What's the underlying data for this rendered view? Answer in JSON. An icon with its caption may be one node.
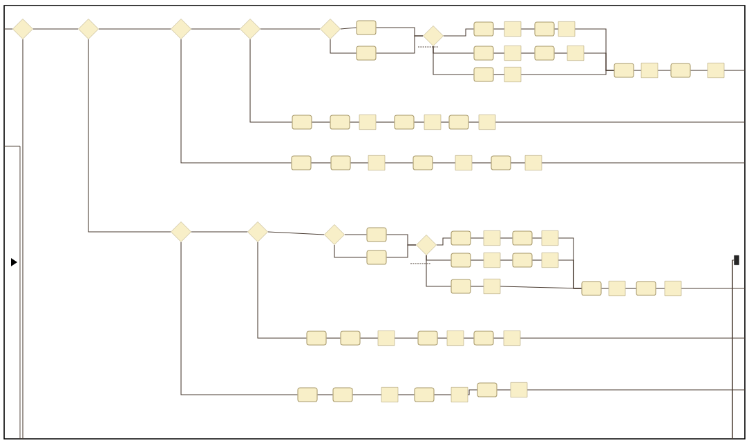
{
  "diagram": {
    "nodes": [
      {
        "text": [],
        "shape": "diamond"
      },
      {
        "text": [],
        "shape": "diamond"
      },
      {
        "text": [],
        "shape": "diamond"
      },
      {
        "text": [],
        "shape": "diamond"
      },
      {
        "text": [],
        "shape": "diamond"
      },
      {
        "text": [],
        "shape": "rounded"
      },
      {
        "text": [],
        "shape": "rounded"
      },
      {
        "text": [],
        "shape": "diamond"
      },
      {
        "text": [],
        "shape": "rounded"
      },
      {
        "text": [],
        "shape": "box"
      },
      {
        "text": [],
        "shape": "rounded"
      },
      {
        "text": [],
        "shape": "box"
      },
      {
        "text": [],
        "shape": "rounded"
      },
      {
        "text": [],
        "shape": "box"
      },
      {
        "text": [],
        "shape": "rounded"
      },
      {
        "text": [],
        "shape": "box"
      },
      {
        "text": [],
        "shape": "rounded"
      },
      {
        "text": [],
        "shape": "box"
      },
      {
        "text": [],
        "shape": "rounded"
      },
      {
        "text": [],
        "shape": "box"
      },
      {
        "text": [],
        "shape": "rounded"
      },
      {
        "text": [],
        "shape": "box"
      },
      {
        "text": [],
        "shape": "rounded"
      },
      {
        "text": [],
        "shape": "rounded"
      },
      {
        "text": [],
        "shape": "box"
      },
      {
        "text": [],
        "shape": "rounded"
      },
      {
        "text": [],
        "shape": "box"
      },
      {
        "text": [],
        "shape": "rounded"
      },
      {
        "text": [],
        "shape": "box"
      },
      {
        "text": [],
        "shape": "rounded"
      },
      {
        "text": [],
        "shape": "rounded"
      },
      {
        "text": [],
        "shape": "box"
      },
      {
        "text": [],
        "shape": "rounded"
      },
      {
        "text": [],
        "shape": "box"
      },
      {
        "text": [],
        "shape": "rounded"
      },
      {
        "text": [],
        "shape": "box"
      },
      {
        "text": [],
        "shape": "diamond"
      },
      {
        "text": [],
        "shape": "diamond"
      },
      {
        "text": [],
        "shape": "diamond"
      },
      {
        "text": [],
        "shape": "rounded"
      },
      {
        "text": [],
        "shape": "rounded"
      },
      {
        "text": [],
        "shape": "diamond"
      },
      {
        "text": [],
        "shape": "rounded"
      },
      {
        "text": [],
        "shape": "box"
      },
      {
        "text": [],
        "shape": "rounded"
      },
      {
        "text": [],
        "shape": "box"
      },
      {
        "text": [],
        "shape": "rounded"
      },
      {
        "text": [],
        "shape": "box"
      },
      {
        "text": [],
        "shape": "rounded"
      },
      {
        "text": [],
        "shape": "box"
      },
      {
        "text": [],
        "shape": "rounded"
      },
      {
        "text": [],
        "shape": "box"
      },
      {
        "text": [],
        "shape": "rounded"
      },
      {
        "text": [],
        "shape": "box"
      },
      {
        "text": [],
        "shape": "rounded"
      },
      {
        "text": [],
        "shape": "box"
      },
      {
        "text": [],
        "shape": "rounded"
      },
      {
        "text": [],
        "shape": "rounded"
      },
      {
        "text": [],
        "shape": "box"
      },
      {
        "text": [],
        "shape": "rounded"
      },
      {
        "text": [],
        "shape": "box"
      },
      {
        "text": [],
        "shape": "rounded"
      },
      {
        "text": [],
        "shape": "box"
      },
      {
        "text": [],
        "shape": "rounded"
      },
      {
        "text": [],
        "shape": "rounded"
      },
      {
        "text": [],
        "shape": "box"
      },
      {
        "text": [],
        "shape": "rounded"
      },
      {
        "text": [],
        "shape": "box"
      },
      {
        "text": [],
        "shape": "rounded"
      },
      {
        "text": [],
        "shape": "box"
      },
      {
        "text": [],
        "shape": "bar"
      }
    ],
    "edges": [
      {
        "from": null,
        "to": 0,
        "arrow": "none"
      },
      {
        "from": 0,
        "to": 1,
        "arrow": "none"
      },
      {
        "from": 1,
        "to": 2,
        "arrow": "none"
      },
      {
        "from": 2,
        "to": 3,
        "arrow": "none"
      },
      {
        "from": 3,
        "to": 4,
        "arrow": "none"
      },
      {
        "from": 4,
        "to": 5,
        "arrow": "none"
      },
      {
        "from": 4,
        "to": 6,
        "arrow": "none"
      },
      {
        "from": 5,
        "to": 7,
        "arrow": "none"
      },
      {
        "from": 6,
        "to": 7,
        "arrow": "none"
      },
      {
        "from": 7,
        "to": 8,
        "arrow": "none"
      },
      {
        "from": 7,
        "to": 12,
        "arrow": "none"
      },
      {
        "from": 7,
        "to": 16,
        "arrow": "none"
      },
      {
        "from": 8,
        "to": 9,
        "arrow": "none"
      },
      {
        "from": 9,
        "to": 10,
        "arrow": "none"
      },
      {
        "from": 10,
        "to": 11,
        "arrow": "none"
      },
      {
        "from": 12,
        "to": 13,
        "arrow": "none"
      },
      {
        "from": 13,
        "to": 14,
        "arrow": "none"
      },
      {
        "from": 14,
        "to": 15,
        "arrow": "none"
      },
      {
        "from": 16,
        "to": 17,
        "arrow": "none"
      },
      {
        "from": 11,
        "to": 18,
        "arrow": "none"
      },
      {
        "from": 15,
        "to": 18,
        "arrow": "none"
      },
      {
        "from": 17,
        "to": 18,
        "arrow": "none"
      },
      {
        "from": 18,
        "to": 19,
        "arrow": "none"
      },
      {
        "from": 19,
        "to": 20,
        "arrow": "none"
      },
      {
        "from": 20,
        "to": 21,
        "arrow": "none"
      },
      {
        "from": 21,
        "to": null,
        "arrow": "none"
      },
      {
        "from": 3,
        "to": 22,
        "arrow": "none"
      },
      {
        "from": 22,
        "to": 23,
        "arrow": "none"
      },
      {
        "from": 23,
        "to": 24,
        "arrow": "none"
      },
      {
        "from": 24,
        "to": 25,
        "arrow": "none"
      },
      {
        "from": 25,
        "to": 26,
        "arrow": "none"
      },
      {
        "from": 26,
        "to": 27,
        "arrow": "none"
      },
      {
        "from": 27,
        "to": 28,
        "arrow": "none"
      },
      {
        "from": 28,
        "to": null,
        "arrow": "none"
      },
      {
        "from": 2,
        "to": 29,
        "arrow": "none"
      },
      {
        "from": 29,
        "to": 30,
        "arrow": "none"
      },
      {
        "from": 30,
        "to": 31,
        "arrow": "none"
      },
      {
        "from": 31,
        "to": 32,
        "arrow": "none"
      },
      {
        "from": 32,
        "to": 33,
        "arrow": "none"
      },
      {
        "from": 33,
        "to": 34,
        "arrow": "none"
      },
      {
        "from": 34,
        "to": 35,
        "arrow": "none"
      },
      {
        "from": 35,
        "to": null,
        "arrow": "none"
      },
      {
        "from": 1,
        "to": 36,
        "arrow": "none"
      },
      {
        "from": 36,
        "to": 37,
        "arrow": "none"
      },
      {
        "from": 37,
        "to": 38,
        "arrow": "none"
      },
      {
        "from": 38,
        "to": 39,
        "arrow": "none"
      },
      {
        "from": 38,
        "to": 40,
        "arrow": "none"
      },
      {
        "from": 39,
        "to": 41,
        "arrow": "none"
      },
      {
        "from": 40,
        "to": 41,
        "arrow": "none"
      },
      {
        "from": 41,
        "to": 42,
        "arrow": "none"
      },
      {
        "from": 41,
        "to": 46,
        "arrow": "none"
      },
      {
        "from": 41,
        "to": 50,
        "arrow": "none"
      },
      {
        "from": 42,
        "to": 43,
        "arrow": "none"
      },
      {
        "from": 43,
        "to": 44,
        "arrow": "none"
      },
      {
        "from": 44,
        "to": 45,
        "arrow": "none"
      },
      {
        "from": 46,
        "to": 47,
        "arrow": "none"
      },
      {
        "from": 47,
        "to": 48,
        "arrow": "none"
      },
      {
        "from": 48,
        "to": 49,
        "arrow": "none"
      },
      {
        "from": 50,
        "to": 51,
        "arrow": "none"
      },
      {
        "from": 45,
        "to": 52,
        "arrow": "none"
      },
      {
        "from": 49,
        "to": 52,
        "arrow": "none"
      },
      {
        "from": 51,
        "to": 52,
        "arrow": "none"
      },
      {
        "from": 52,
        "to": 53,
        "arrow": "none"
      },
      {
        "from": 53,
        "to": 54,
        "arrow": "none"
      },
      {
        "from": 54,
        "to": 55,
        "arrow": "none"
      },
      {
        "from": 55,
        "to": null,
        "arrow": "none"
      },
      {
        "from": 37,
        "to": 56,
        "arrow": "none"
      },
      {
        "from": 56,
        "to": 57,
        "arrow": "none"
      },
      {
        "from": 57,
        "to": 58,
        "arrow": "none"
      },
      {
        "from": 58,
        "to": 59,
        "arrow": "none"
      },
      {
        "from": 59,
        "to": 60,
        "arrow": "none"
      },
      {
        "from": 60,
        "to": 61,
        "arrow": "none"
      },
      {
        "from": 61,
        "to": 62,
        "arrow": "none"
      },
      {
        "from": 62,
        "to": null,
        "arrow": "none"
      },
      {
        "from": 36,
        "to": 63,
        "arrow": "none"
      },
      {
        "from": 63,
        "to": 64,
        "arrow": "none"
      },
      {
        "from": 64,
        "to": 65,
        "arrow": "none"
      },
      {
        "from": 65,
        "to": 66,
        "arrow": "none"
      },
      {
        "from": 66,
        "to": 67,
        "arrow": "none"
      },
      {
        "from": 67,
        "to": 68,
        "arrow": "none"
      },
      {
        "from": 68,
        "to": 69,
        "arrow": "none"
      },
      {
        "from": 69,
        "to": null,
        "arrow": "none"
      },
      {
        "from": 0,
        "to": null,
        "arrow": "none"
      },
      {
        "from": 70,
        "to": null,
        "arrow": "none"
      }
    ]
  }
}
